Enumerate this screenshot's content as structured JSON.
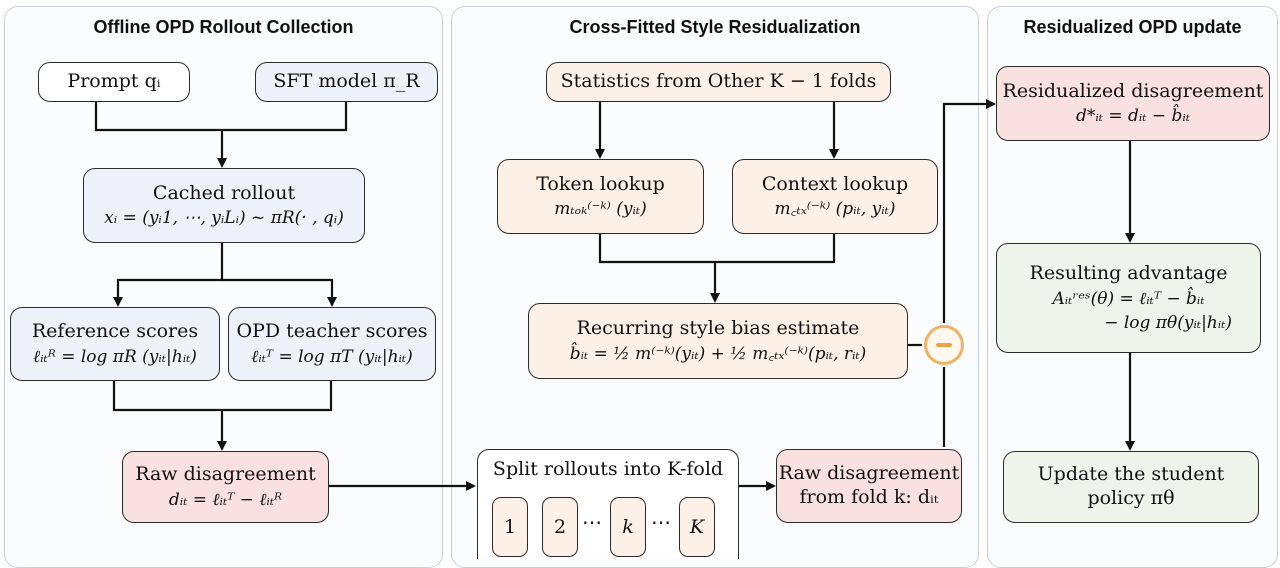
{
  "panels": {
    "left_title": "Offline OPD Rollout Collection",
    "middle_title": "Cross-Fitted Style Residualization",
    "right_title": "Residualized OPD update"
  },
  "left": {
    "prompt": "Prompt qᵢ",
    "sft_model": "SFT model π_R",
    "cached_rollout_title": "Cached rollout",
    "cached_rollout_eq": "xᵢ = (yᵢ1, ⋯, yᵢLᵢ) ~ πR(· , qᵢ)",
    "reference_title": "Reference scores",
    "reference_eq": "ℓᵢₜᴿ = log πR (yᵢₜ|hᵢₜ)",
    "teacher_title": "OPD teacher scores",
    "teacher_eq": "ℓᵢₜᵀ = log πT (yᵢₜ|hᵢₜ)",
    "raw_title": "Raw disagreement",
    "raw_eq": "dᵢₜ = ℓᵢₜᵀ − ℓᵢₜᴿ"
  },
  "middle": {
    "stats": "Statistics from Other K − 1 folds",
    "token_title": "Token lookup",
    "token_eq": "mₜₒₖ⁽⁻ᵏ⁾ (yᵢₜ)",
    "context_title": "Context lookup",
    "context_eq": "m꜀ₜₓ⁽⁻ᵏ⁾ (pᵢₜ, yᵢₜ)",
    "bias_title": "Recurring style bias estimate",
    "bias_eq": "b̂ᵢₜ = ½ m⁽⁻ᵏ⁾(yᵢₜ) + ½ m꜀ₜₓ⁽⁻ᵏ⁾(pᵢₜ, rᵢₜ)",
    "split_title": "Split rollouts into K-fold",
    "folds": [
      "1",
      "2",
      "k",
      "K"
    ],
    "ellipsis": "⋯",
    "raw_fold_line1": "Raw disagreement",
    "raw_fold_line2": "from fold k: dᵢₜ"
  },
  "right": {
    "residual_title": "Residualized disagreement",
    "residual_eq": "d*ᵢₜ = dᵢₜ − b̂ᵢₜ",
    "advantage_title": "Resulting advantage",
    "advantage_eq1": "Aᵢₜʳᵉˢ(θ) = ℓᵢₜᵀ − b̂ᵢₜ",
    "advantage_eq2": "− log πθ(yᵢₜ|hᵢₜ)",
    "update_line1": "Update the student",
    "update_line2": "policy πθ"
  },
  "colors": {
    "blue_fill": "#edf2fa",
    "peach_fill": "#fdf1e7",
    "pink_fill": "#f9e1df",
    "green_fill": "#eef4ea",
    "minus_accent": "#f2b266"
  }
}
